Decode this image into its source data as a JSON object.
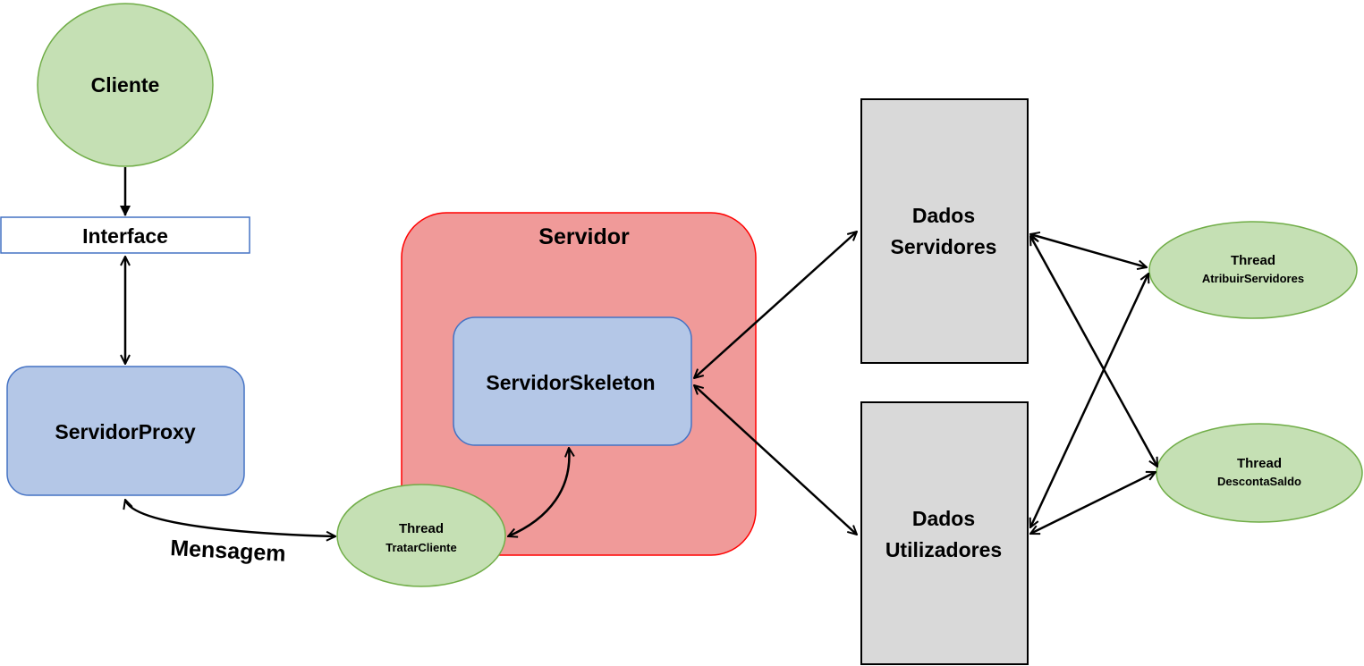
{
  "nodes": {
    "cliente": {
      "label": "Cliente",
      "color": "#c5e0b4"
    },
    "interface": {
      "label": "Interface"
    },
    "servidor_proxy": {
      "label": "ServidorProxy",
      "color": "#b4c7e7"
    },
    "servidor": {
      "label": "Servidor",
      "color": "#f09a99"
    },
    "servidor_skeleton": {
      "label": "ServidorSkeleton",
      "color": "#b4c7e7"
    },
    "thread_tratar_cliente": {
      "line1": "Thread",
      "line2": "TratarCliente",
      "color": "#c5e0b4"
    },
    "dados_servidores": {
      "line1": "Dados",
      "line2": "Servidores",
      "color": "#d9d9d9"
    },
    "dados_utilizadores": {
      "line1": "Dados",
      "line2": "Utilizadores",
      "color": "#d9d9d9"
    },
    "thread_atribuir_servidores": {
      "line1": "Thread",
      "line2": "AtribuirServidores",
      "color": "#c5e0b4"
    },
    "thread_desconta_saldo": {
      "line1": "Thread",
      "line2": "DescontaSaldo",
      "color": "#c5e0b4"
    }
  },
  "edges": {
    "mensagem": {
      "label": "Mensagem"
    }
  },
  "colors": {
    "green_stroke": "#70ad47",
    "blue_stroke": "#4472c4",
    "red_stroke": "#ff0000",
    "edge": "#000000"
  }
}
